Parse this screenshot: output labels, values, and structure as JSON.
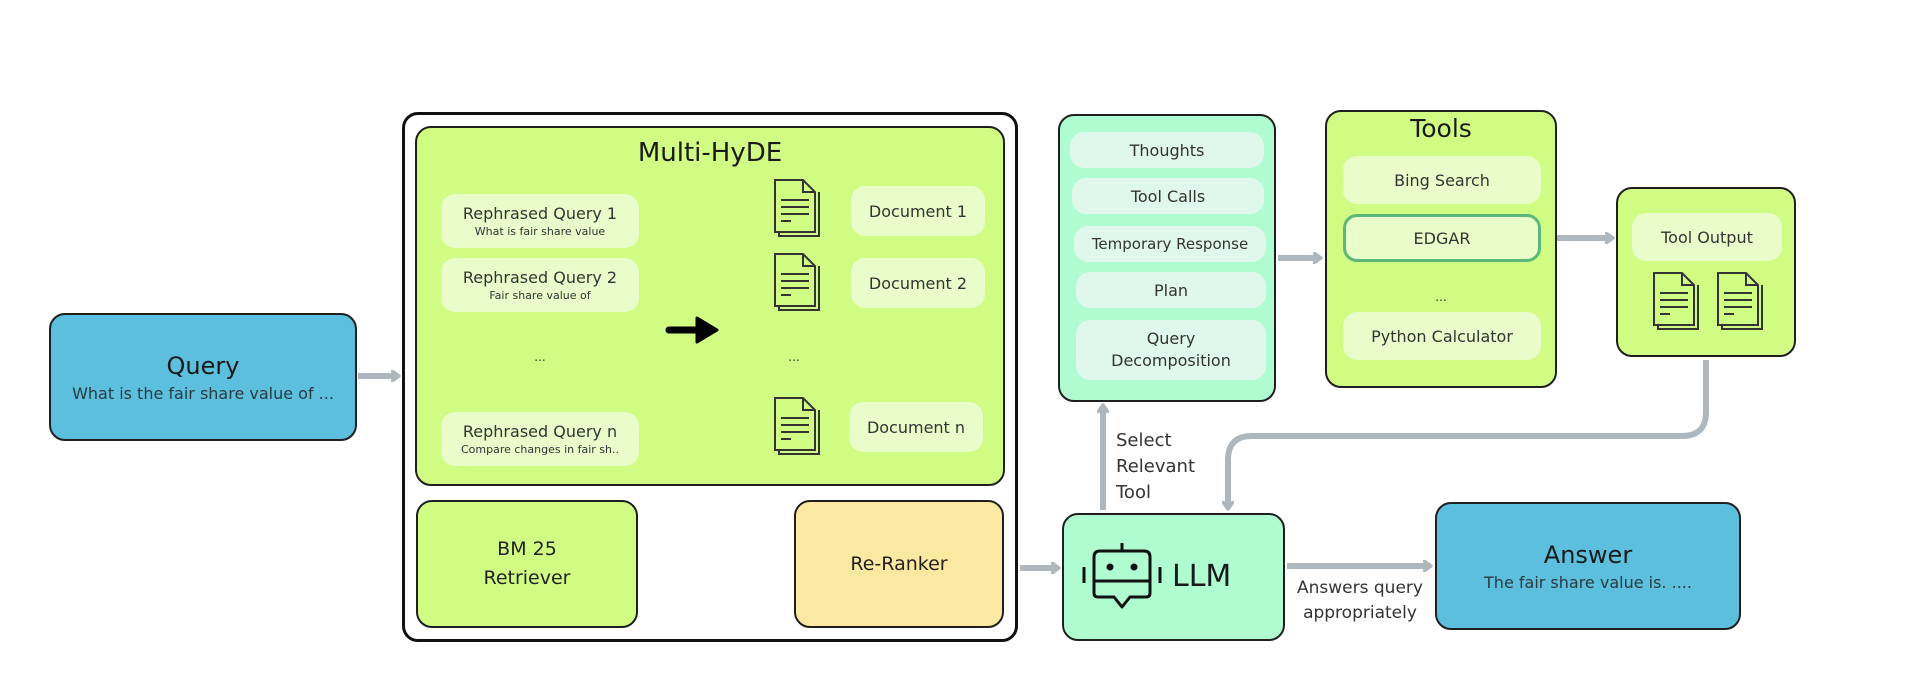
{
  "query": {
    "title": "Query",
    "text": "What is the fair share value of ..."
  },
  "multi_hyde": {
    "title": "Multi-HyDE",
    "rephrased_queries": [
      {
        "label": "Rephrased Query 1",
        "text": "What is fair share value"
      },
      {
        "label": "Rephrased Query 2",
        "text": "Fair share value of"
      },
      {
        "label": "Rephrased Query n",
        "text": "Compare changes in fair sh.."
      }
    ],
    "queries_ellipsis": "...",
    "documents": [
      {
        "label": "Document 1",
        "icon": "document-icon"
      },
      {
        "label": "Document 2",
        "icon": "document-icon"
      },
      {
        "label": "Document n",
        "icon": "document-icon"
      }
    ],
    "documents_ellipsis": "..."
  },
  "bm25": {
    "line1": "BM 25",
    "line2": "Retriever"
  },
  "reranker": {
    "label": "Re-Ranker"
  },
  "memory": {
    "items": [
      "Thoughts",
      "Tool Calls",
      "Temporary Response",
      "Plan",
      "Query Decomposition"
    ]
  },
  "tools": {
    "title": "Tools",
    "items": [
      "Bing Search",
      "EDGAR",
      "...",
      "Python Calculator"
    ],
    "selected": "EDGAR"
  },
  "tool_output": {
    "label": "Tool Output"
  },
  "llm": {
    "label": "LLM",
    "icon": "robot-icon"
  },
  "answer": {
    "title": "Answer",
    "text": "The fair share value is. ...."
  },
  "edge_labels": {
    "select_tool": [
      "Select",
      "Relevant",
      "Tool"
    ],
    "answers": [
      "Answers query",
      "appropriately"
    ]
  },
  "colors": {
    "blue": "#5bbfdd",
    "lime": "#d0fc84",
    "mint": "#aefcd0",
    "yellow": "#fce9a1",
    "arrow": "#adb7bd",
    "selected_border": "#5cb87a"
  }
}
